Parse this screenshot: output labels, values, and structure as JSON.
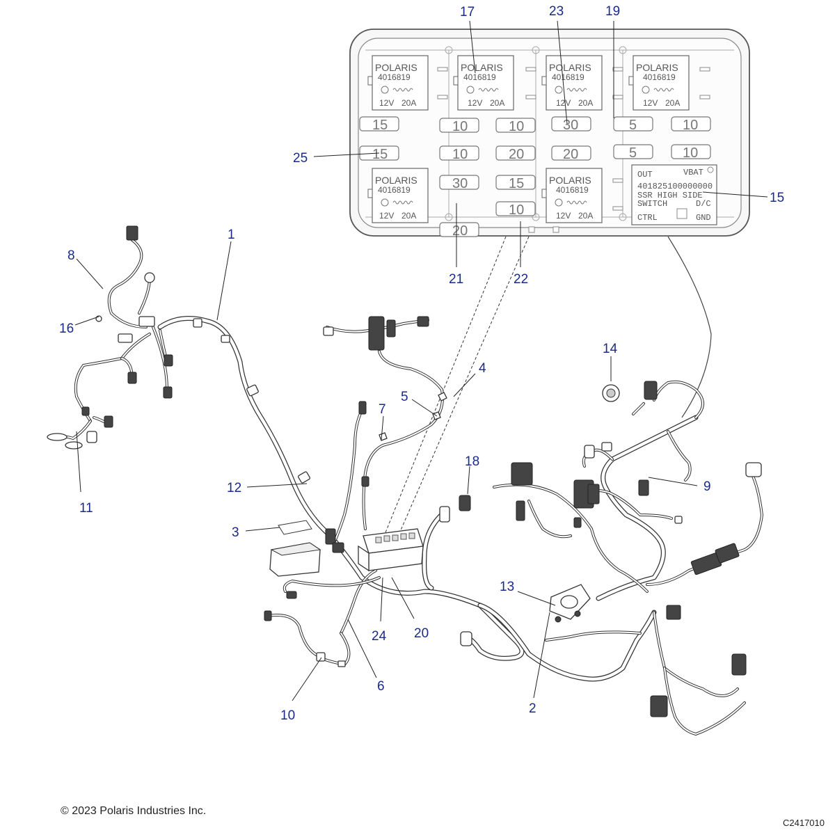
{
  "footer": {
    "copyright": "© 2023 Polaris Industries Inc.",
    "figure_code": "C2417010"
  },
  "fuse_box": {
    "relay_brand": "POLARIS",
    "relay_part": "4016819",
    "relay_voltage": "12V",
    "relay_amps": "20A",
    "fuse_ratings": {
      "col1": [
        "15",
        "15",
        "30",
        "20"
      ],
      "col2": [
        "10",
        "10",
        "10",
        "20",
        "15",
        "10"
      ],
      "col3": [
        "30",
        "20"
      ],
      "col4": [
        "5",
        "5"
      ],
      "col5": [
        "10",
        "10"
      ]
    },
    "ssr": {
      "out": "OUT",
      "vbat": "VBAT",
      "part": "401825100000000",
      "line1": "SSR HIGH SIDE",
      "line2": "SWITCH",
      "dc": "D/C",
      "ctrl": "CTRL",
      "gnd": "GND"
    }
  },
  "callouts": {
    "c1": "1",
    "c2": "2",
    "c3": "3",
    "c4": "4",
    "c5": "5",
    "c6": "6",
    "c7": "7",
    "c8": "8",
    "c9": "9",
    "c10": "10",
    "c11": "11",
    "c12": "12",
    "c13": "13",
    "c14": "14",
    "c15": "15",
    "c16": "16",
    "c17": "17",
    "c18": "18",
    "c19": "19",
    "c20": "20",
    "c21": "21",
    "c22": "22",
    "c23": "23",
    "c24": "24",
    "c25": "25"
  }
}
